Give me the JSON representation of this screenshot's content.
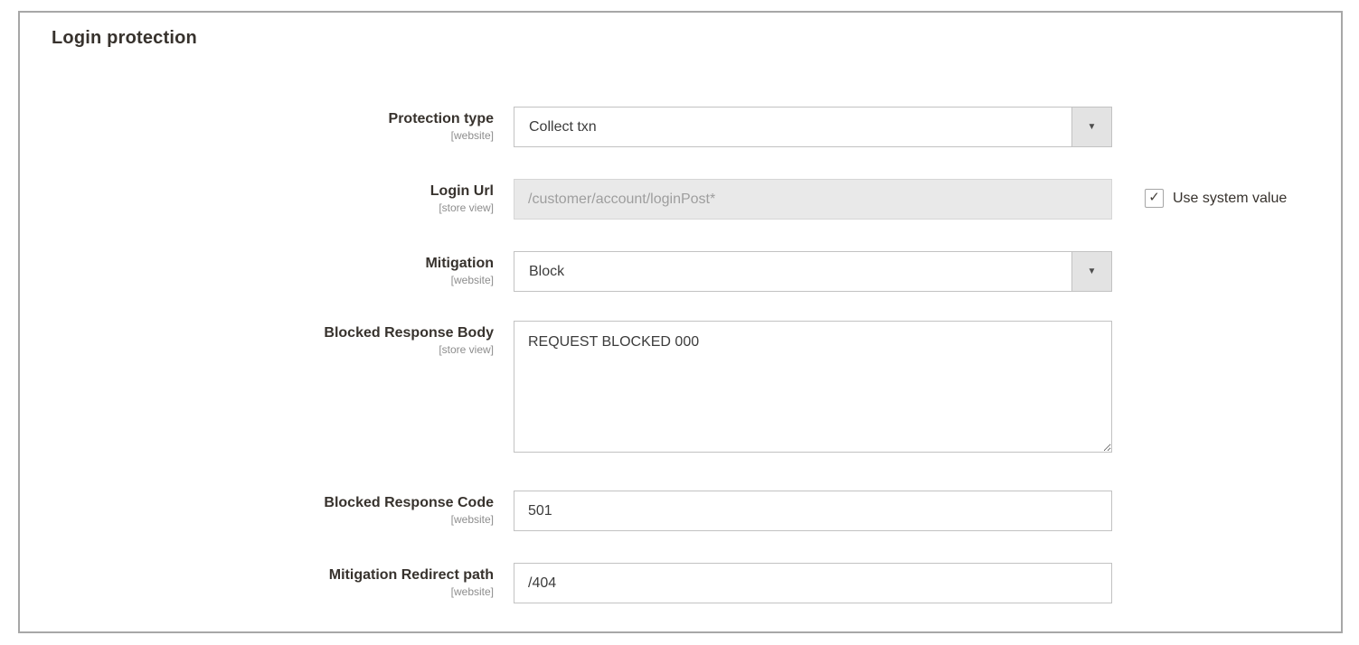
{
  "panel": {
    "title": "Login protection"
  },
  "fields": {
    "protection_type": {
      "label": "Protection type",
      "scope": "[website]",
      "control": "select",
      "value": "Collect txn"
    },
    "login_url": {
      "label": "Login Url",
      "scope": "[store view]",
      "control": "text",
      "value": "/customer/account/loginPost*",
      "disabled": true,
      "use_system": {
        "label": "Use system value",
        "checked": true
      }
    },
    "mitigation": {
      "label": "Mitigation",
      "scope": "[website]",
      "control": "select",
      "value": "Block"
    },
    "blocked_response_body": {
      "label": "Blocked Response Body",
      "scope": "[store view]",
      "control": "textarea",
      "value": "REQUEST BLOCKED 000"
    },
    "blocked_response_code": {
      "label": "Blocked Response Code",
      "scope": "[website]",
      "control": "text",
      "value": "501"
    },
    "mitigation_redirect_path": {
      "label": "Mitigation Redirect path",
      "scope": "[website]",
      "control": "text",
      "value": "/404"
    }
  },
  "icons": {
    "dropdown_arrow_icon": "▼",
    "check_icon": "✓"
  },
  "colors": {
    "panel_border": "#a7a7a7",
    "field_border": "#c2c2c2",
    "select_button_bg": "#e3e3e3",
    "disabled_bg": "#e9e9e9",
    "disabled_text": "#9e9e9e",
    "label_text": "#37322d",
    "scope_text": "#8d8d8d"
  }
}
